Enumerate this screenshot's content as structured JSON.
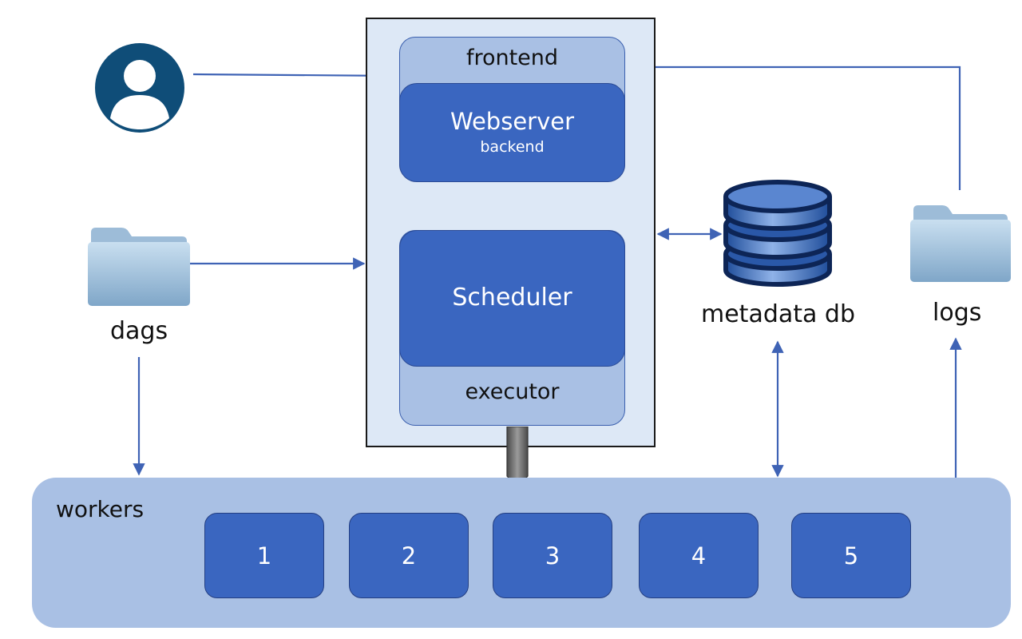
{
  "frontend": {
    "label": "frontend"
  },
  "webserver": {
    "title": "Webserver",
    "subtitle": "backend"
  },
  "scheduler": {
    "title": "Scheduler"
  },
  "executor": {
    "label": "executor"
  },
  "metadata_db": {
    "label": "metadata db"
  },
  "dags": {
    "label": "dags"
  },
  "logs": {
    "label": "logs"
  },
  "workers": {
    "label": "workers",
    "items": [
      "1",
      "2",
      "3",
      "4",
      "5"
    ]
  },
  "icons": {
    "user": "user-avatar-icon",
    "dags_folder": "folder-icon",
    "logs_folder": "folder-icon",
    "database": "database-icon"
  },
  "colors": {
    "container_bg": "#dde8f6",
    "light_blue": "#a9c0e4",
    "dark_blue": "#3a66c0",
    "arrow": "#3f63b5",
    "user_icon": "#0f4d78"
  }
}
